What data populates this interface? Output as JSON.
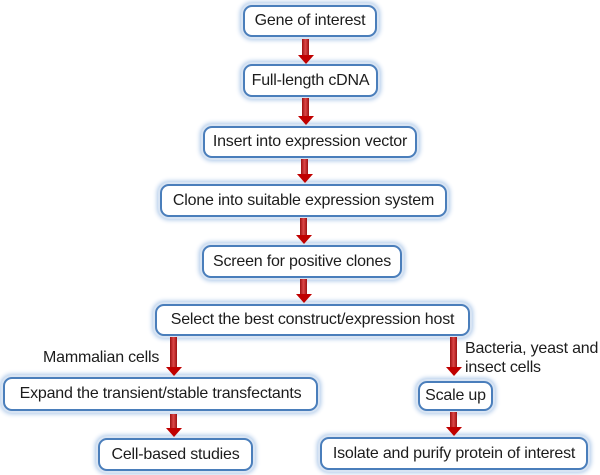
{
  "diagram": {
    "nodes": {
      "gene": {
        "label": "Gene of interest"
      },
      "cdna": {
        "label": "Full-length cDNA"
      },
      "insert": {
        "label": "Insert into expression vector"
      },
      "clone": {
        "label": "Clone into suitable expression system"
      },
      "screen": {
        "label": "Screen for positive clones"
      },
      "select": {
        "label": "Select the best construct/expression host"
      },
      "expand": {
        "label": "Expand the transient/stable transfectants"
      },
      "cell": {
        "label": "Cell-based studies"
      },
      "scale": {
        "label": "Scale up"
      },
      "isolate": {
        "label": "Isolate and purify protein of interest"
      }
    },
    "branch_labels": {
      "left": "Mammalian cells",
      "right": "Bacteria, yeast and insect cells"
    },
    "colors": {
      "box_border": "#4a7ebb",
      "box_glow": "#abc7e8",
      "box_fill": "#ffffff",
      "arrow": "#c00000",
      "arrow_dark": "#9c1111",
      "arrow_light": "#dd4747",
      "text": "#1c1c1c",
      "background": "#ffffff"
    }
  }
}
